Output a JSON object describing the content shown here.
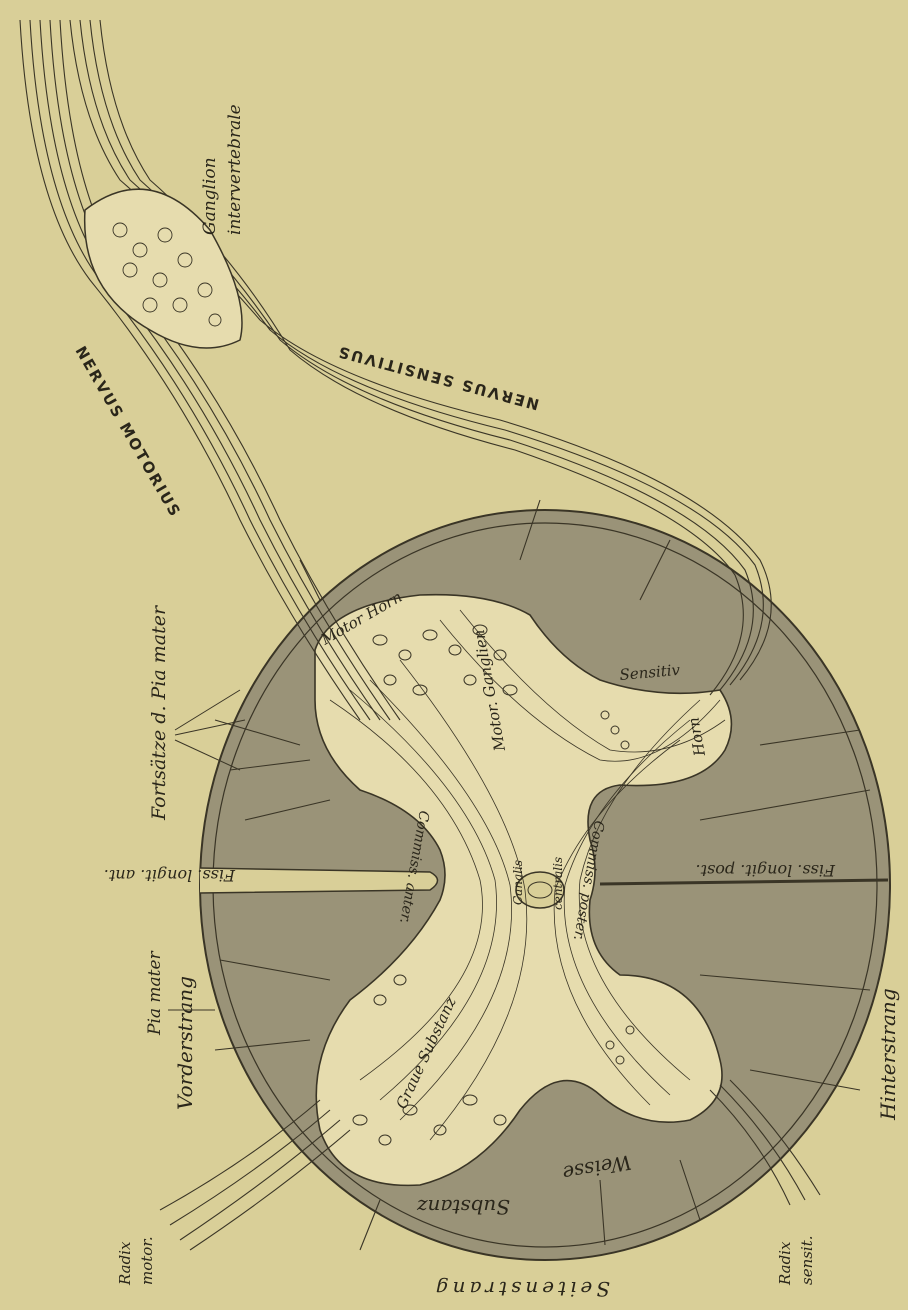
{
  "colors": {
    "paper": "#d9cf98",
    "white_matter": "#9a9378",
    "grey_matter": "#e6dcae",
    "ink": "#3a3526"
  },
  "labels": {
    "ganglion": "Ganglion",
    "intervertebrale": "intervertebrale",
    "nervus_sensitivus": "NERVUS SENSITIVUS",
    "nervus_motorius": "NERVUS MOTORIUS",
    "fortsaetze": "Fortsätze d. Pia mater",
    "motor_horn": "Motor Horn",
    "motor_ganglien": "Motor. Ganglien",
    "sensitiv": "Sensitiv",
    "horn": "Horn",
    "fiss_longit_ant": "Fiss. longit. ant.",
    "fiss_longit_post": "Fiss. longit. post.",
    "commiss_anter": "Commiss. anter.",
    "commiss_poster": "Commiss. poster.",
    "canalis": "Canalis",
    "centralis": "centralis",
    "graue_substanz": "Graue Substanz",
    "weisse": "Weisse",
    "substanz": "Substanz",
    "pia_mater": "Pia mater",
    "vorderstrang": "Vorderstrang",
    "hinterstrang": "Hinterstrang",
    "seitenstrang": "Seitenstrang",
    "radix": "Radix",
    "motor": "motor.",
    "radix2": "Radix",
    "sensit": "sensit."
  }
}
